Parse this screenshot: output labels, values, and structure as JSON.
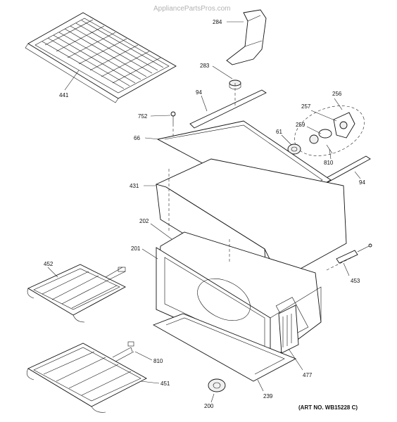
{
  "watermark": "AppliancePartsPros.com",
  "art_number": "(ART NO. WB15228 C)",
  "labels": {
    "p284": "284",
    "p283": "283",
    "p441": "441",
    "p94a": "94",
    "p94b": "94",
    "p752": "752",
    "p256": "256",
    "p257": "257",
    "p259": "259",
    "p61": "61",
    "p66": "66",
    "p810a": "810",
    "p810b": "810",
    "p431": "431",
    "p202": "202",
    "p201": "201",
    "p452": "452",
    "p453": "453",
    "p477": "477",
    "p451": "451",
    "p200": "200",
    "p239": "239"
  }
}
